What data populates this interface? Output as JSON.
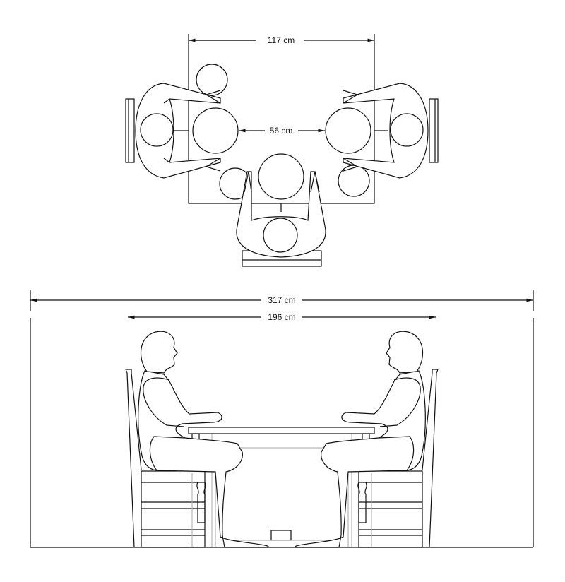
{
  "plan_view": {
    "table_width_label": "117 cm",
    "place_spacing_label": "56 cm"
  },
  "elevation_view": {
    "overall_width_label": "317 cm",
    "seated_span_label": "196 cm"
  },
  "colors": {
    "line": "#111111",
    "hidden_line": "#aaaaaa",
    "background": "#ffffff"
  }
}
